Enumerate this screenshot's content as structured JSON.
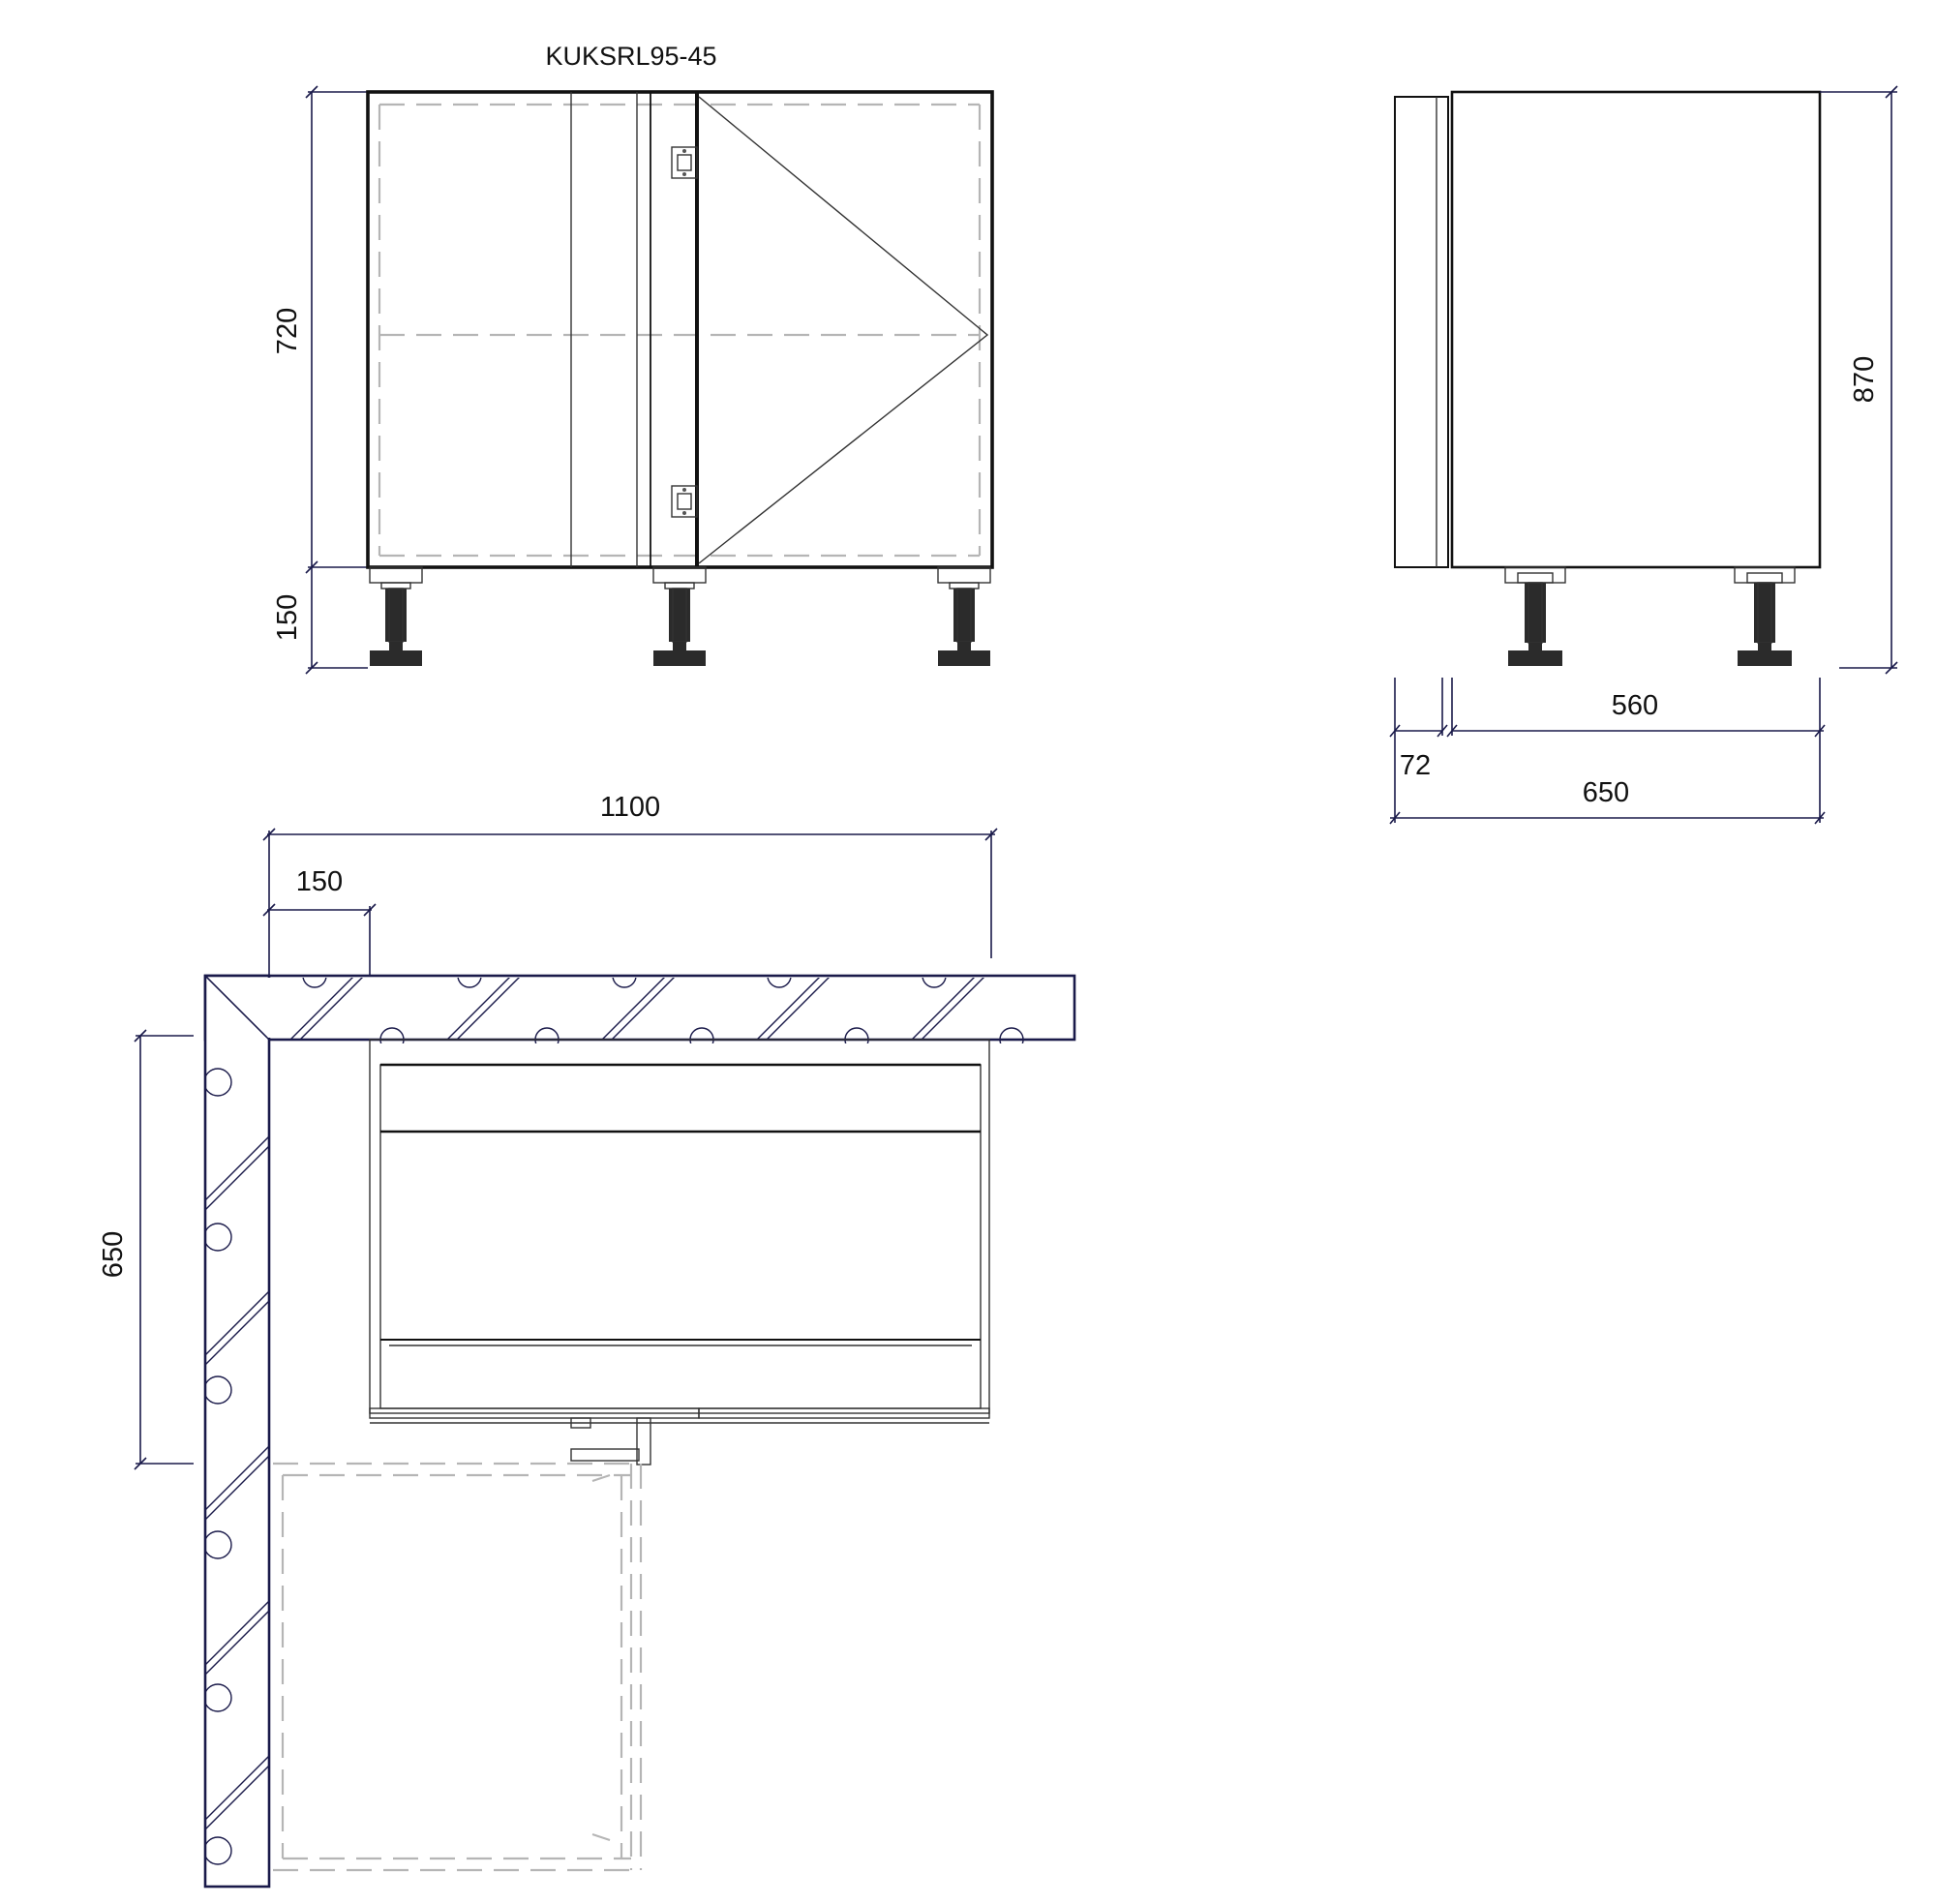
{
  "title": "KUKSRL95-45",
  "front_view": {
    "dims": {
      "body_height": "720",
      "leg_height": "150"
    }
  },
  "side_view": {
    "dims": {
      "total_height": "870",
      "body_depth": "560",
      "door_thickness": "72",
      "total_depth": "650"
    }
  },
  "plan_view": {
    "dims": {
      "width": "1100",
      "offset": "150",
      "depth": "650"
    }
  }
}
